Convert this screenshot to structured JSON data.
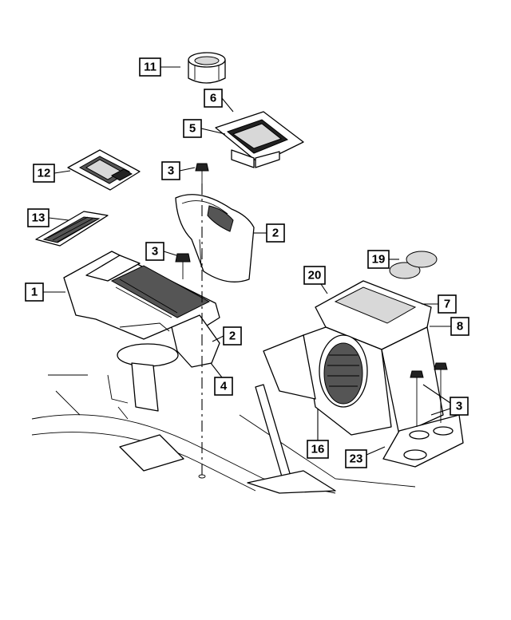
{
  "callouts": [
    {
      "id": "c11",
      "label": "11"
    },
    {
      "id": "c6",
      "label": "6"
    },
    {
      "id": "c5",
      "label": "5"
    },
    {
      "id": "c12",
      "label": "12"
    },
    {
      "id": "c3a",
      "label": "3"
    },
    {
      "id": "c13",
      "label": "13"
    },
    {
      "id": "c2a",
      "label": "2"
    },
    {
      "id": "c3b",
      "label": "3"
    },
    {
      "id": "c1",
      "label": "1"
    },
    {
      "id": "c19",
      "label": "19"
    },
    {
      "id": "c20",
      "label": "20"
    },
    {
      "id": "c7",
      "label": "7"
    },
    {
      "id": "c8",
      "label": "8"
    },
    {
      "id": "c2b",
      "label": "2"
    },
    {
      "id": "c4",
      "label": "4"
    },
    {
      "id": "c3c",
      "label": "3"
    },
    {
      "id": "c16",
      "label": "16"
    },
    {
      "id": "c23",
      "label": "23"
    }
  ]
}
